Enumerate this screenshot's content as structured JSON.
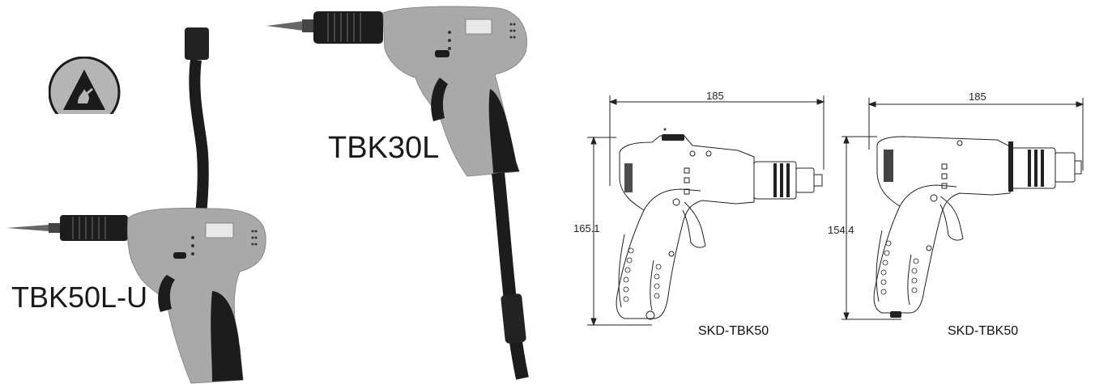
{
  "photos": {
    "tool_left_label": "TBK50L-U",
    "tool_center_label": "TBK30L"
  },
  "drawings": [
    {
      "caption": "SKD-TBK50",
      "width": "185",
      "height": "165.1"
    },
    {
      "caption": "SKD-TBK50",
      "width": "185",
      "height": "154.4"
    }
  ],
  "icons": {
    "esd": "esd-warning-icon"
  },
  "colors": {
    "tool_body": "#a9a9a9",
    "tool_dark": "#1c1c1c",
    "esd_fill": "#b5b5b5"
  }
}
